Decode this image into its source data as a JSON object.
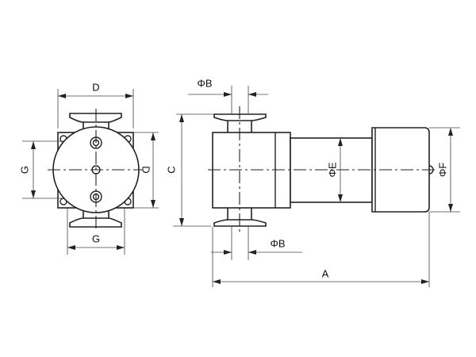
{
  "drawing": {
    "left_view": {
      "top_width": "D",
      "side_height": "D",
      "bolt_spacing_vertical": "G",
      "bolt_spacing_horizontal": "G"
    },
    "side_view": {
      "port_diameter_top": "ΦB",
      "port_diameter_bottom": "ΦB",
      "height": "C",
      "shaft_diameter": "ΦE",
      "motor_diameter": "ΦF",
      "overall_length": "A"
    }
  }
}
